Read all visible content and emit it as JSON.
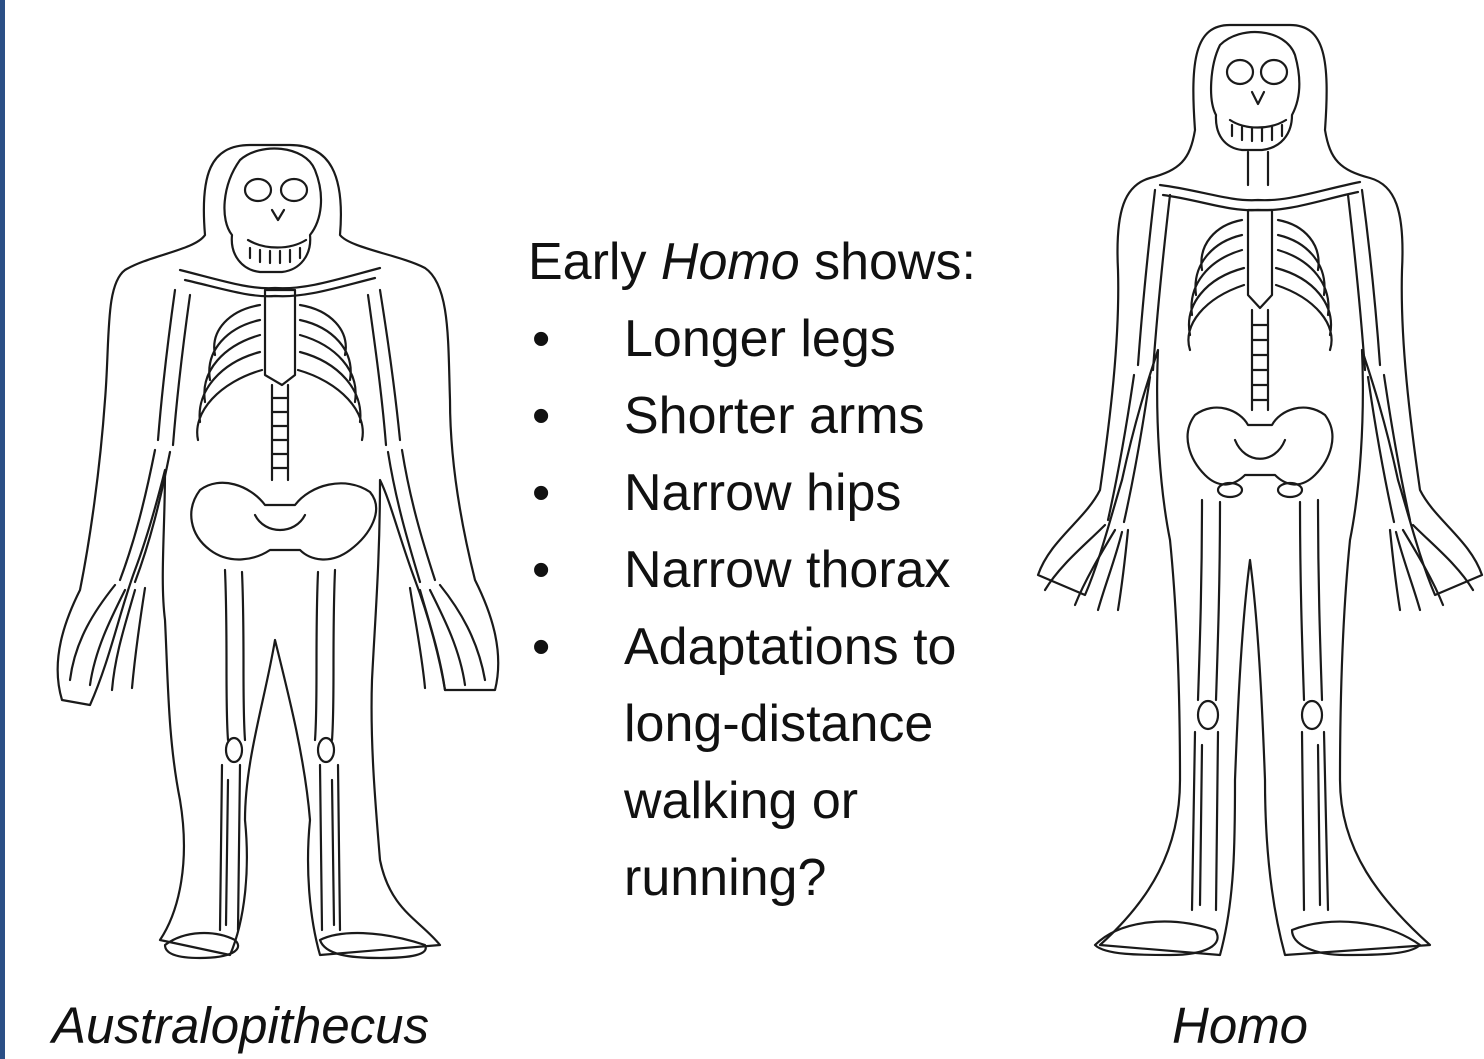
{
  "colors": {
    "border": "#2b4f86",
    "ink": "#1a1a1a",
    "text": "#111111"
  },
  "left_figure": {
    "caption": "Australopithecus",
    "icon": "skeleton-icon"
  },
  "right_figure": {
    "caption": "Homo",
    "icon": "skeleton-icon"
  },
  "list": {
    "heading_pre": "Early ",
    "heading_em": "Homo",
    "heading_post": " shows:",
    "bullet_symbol": "•",
    "items": [
      "Longer legs",
      "Shorter arms",
      "Narrow hips",
      "Narrow thorax",
      "Adaptations to long-distance walking or running?"
    ]
  }
}
